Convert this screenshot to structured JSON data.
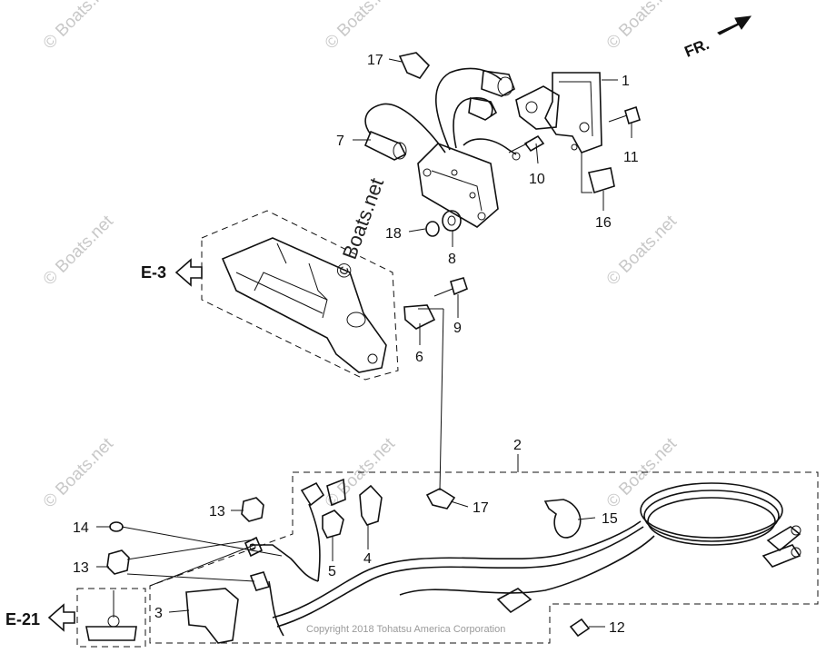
{
  "watermark": {
    "text": "© Boats.net",
    "center_text": "© Boats.net"
  },
  "direction": {
    "label": "FR."
  },
  "refs": [
    {
      "id": "E-3"
    },
    {
      "id": "E-21"
    }
  ],
  "parts": [
    {
      "no": "1"
    },
    {
      "no": "2"
    },
    {
      "no": "3"
    },
    {
      "no": "4"
    },
    {
      "no": "5"
    },
    {
      "no": "6"
    },
    {
      "no": "7"
    },
    {
      "no": "8"
    },
    {
      "no": "9"
    },
    {
      "no": "10"
    },
    {
      "no": "11"
    },
    {
      "no": "12"
    },
    {
      "no": "13"
    },
    {
      "no": "13"
    },
    {
      "no": "14"
    },
    {
      "no": "15"
    },
    {
      "no": "16"
    },
    {
      "no": "17"
    },
    {
      "no": "17"
    },
    {
      "no": "18"
    }
  ],
  "copyright": "Copyright 2018 Tohatsu America Corporation",
  "colors": {
    "line": "#111111",
    "watermark": "#c8c8c8",
    "background": "#ffffff"
  }
}
